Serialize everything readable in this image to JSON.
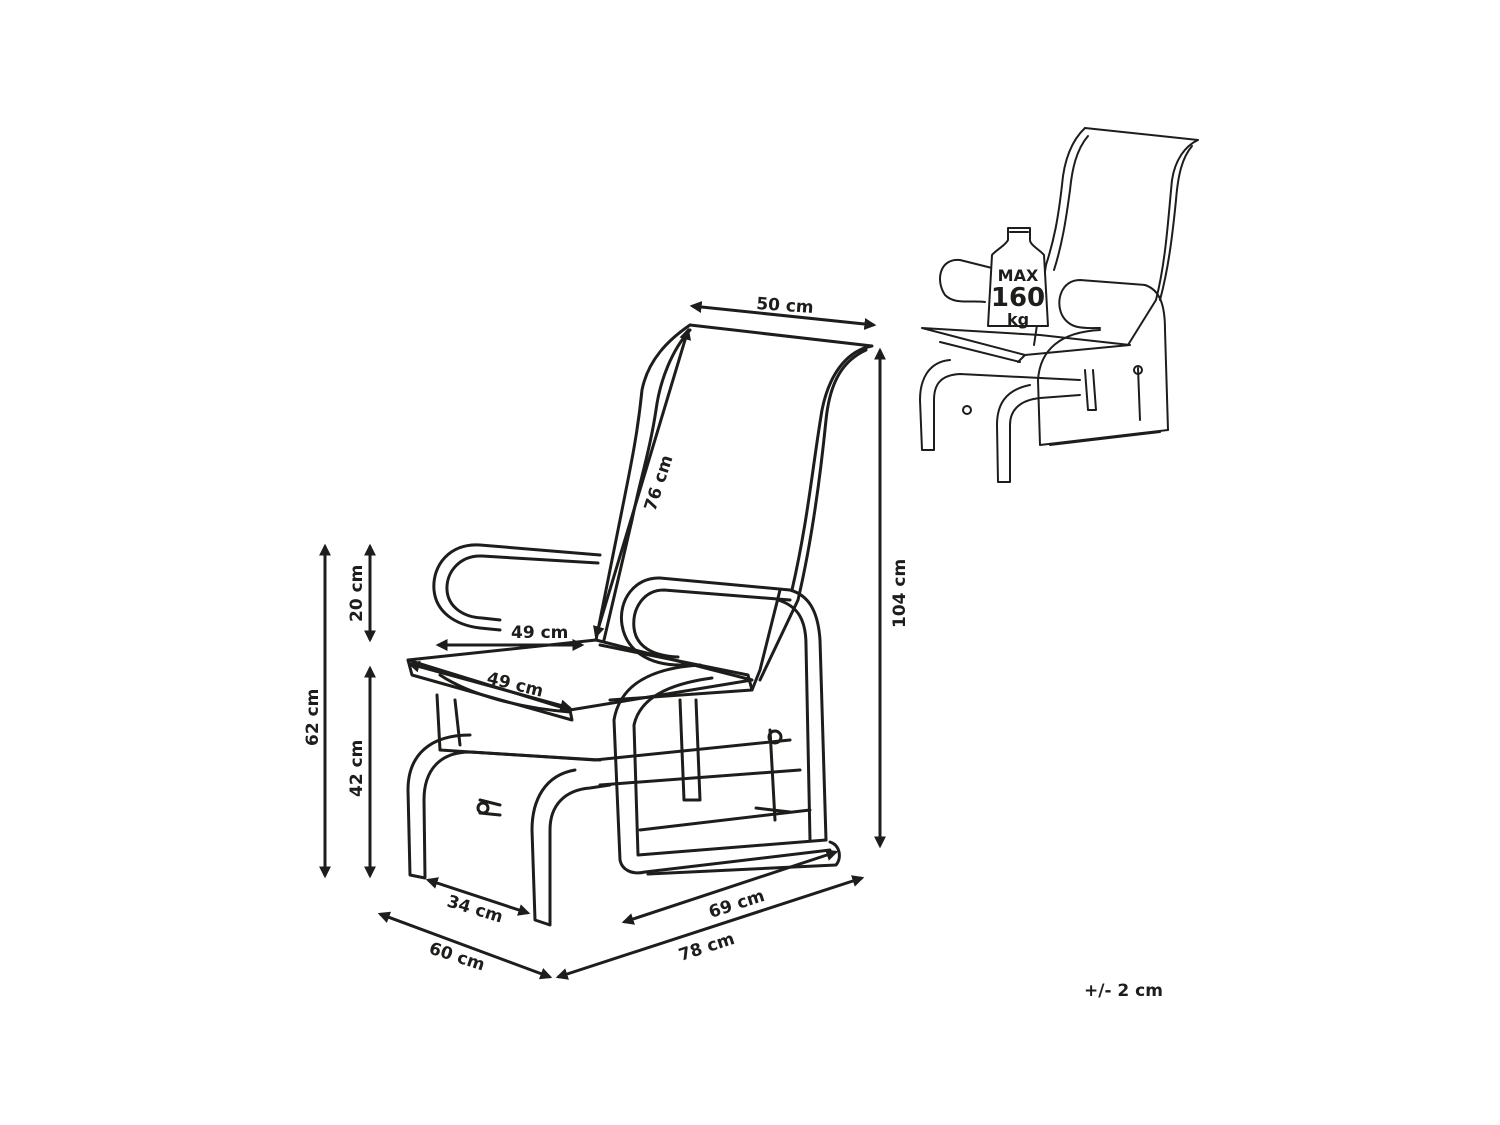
{
  "dimensions": {
    "back_width": "50 cm",
    "back_height": "76 cm",
    "total_height": "104 cm",
    "armrest_height": "20 cm",
    "overall_arm_height": "62 cm",
    "seat_height": "42 cm",
    "seat_width_upper": "49 cm",
    "seat_width_lower": "49 cm",
    "leg_depth": "34 cm",
    "total_depth": "60 cm",
    "base_length": "69 cm",
    "total_length": "78 cm"
  },
  "weight_badge": {
    "line1": "MAX",
    "line2": "160",
    "line3": "kg"
  },
  "tolerance": "+/- 2 cm",
  "colors": {
    "ink": "#1d1d1b",
    "background": "#ffffff"
  }
}
